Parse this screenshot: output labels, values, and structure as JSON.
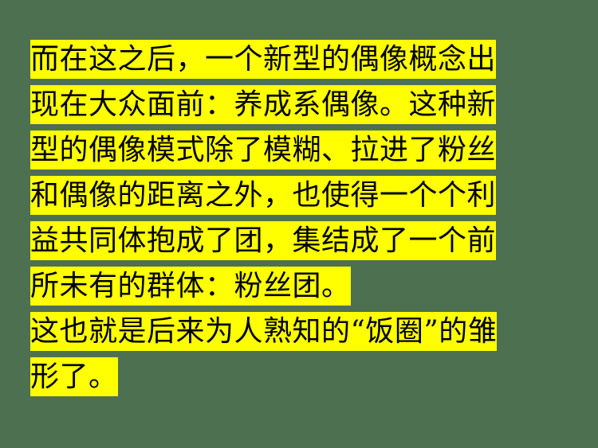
{
  "slide": {
    "background_color": "#4d7050",
    "highlight_color": "#ffff00",
    "text_color": "#000000",
    "paragraphs": [
      {
        "id": "paragraph-1",
        "lines": [
          {
            "id": "line-1",
            "text": "而在这之后，一个新型的偶像概念出",
            "full_width": true
          },
          {
            "id": "line-2",
            "text": "现在大众面前：养成系偶像。这种新",
            "full_width": true
          },
          {
            "id": "line-3",
            "text": "型的偶像模式除了模糊、拉进了粉丝",
            "full_width": true
          },
          {
            "id": "line-4",
            "text": "和偶像的距离之外，也使得一个个利",
            "full_width": true
          },
          {
            "id": "line-5",
            "text": "益共同体抱成了团，集结成了一个前",
            "full_width": true
          },
          {
            "id": "line-6",
            "text": "所未有的群体：粉丝团。",
            "full_width": false
          }
        ]
      },
      {
        "id": "paragraph-2",
        "lines": [
          {
            "id": "line-7",
            "text": "这也就是后来为人熟知的“饭圈”的雏",
            "full_width": true
          },
          {
            "id": "line-8",
            "text": "形了。",
            "full_width": false
          }
        ]
      }
    ]
  }
}
